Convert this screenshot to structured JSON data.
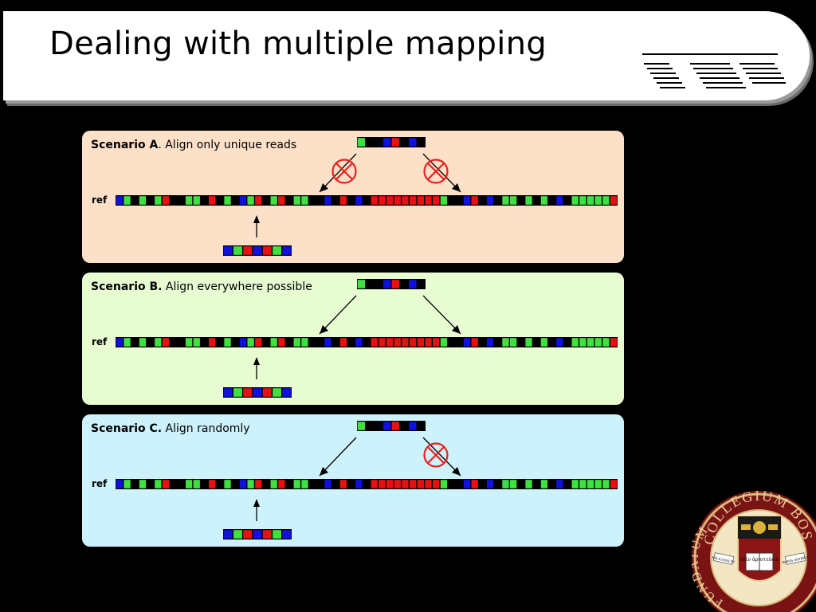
{
  "slide": {
    "title": "Dealing with multiple mapping"
  },
  "colors": {
    "blue": "#1010e0",
    "green": "#40e040",
    "red": "#e81010",
    "black": "#000000",
    "panel_a_bg": "#fde0c8",
    "panel_b_bg": "#e8fcd2",
    "panel_c_bg": "#cdf2fc",
    "reject_mark": "#e82020"
  },
  "reference_sequence": "BGKGKGRKKGGKRKGKBGRKGRKGGKKBKRKBKRRRRRRRRRGKKBRKBKGGKGKGKBKGGGGGR",
  "unique_read": "BGRBRGB",
  "multi_read": "GKKBRKBK",
  "panels": [
    {
      "bold": "Scenario A",
      "rest": ". Align only unique reads",
      "ref_label": "ref",
      "left_mapping_rejected": true,
      "right_mapping_rejected": true
    },
    {
      "bold": "Scenario B.",
      "rest": " Align everywhere possible",
      "ref_label": "ref",
      "left_mapping_rejected": false,
      "right_mapping_rejected": false
    },
    {
      "bold": "Scenario C.",
      "rest": " Align randomly",
      "ref_label": "ref",
      "left_mapping_rejected": false,
      "right_mapping_rejected": true
    }
  ],
  "seal": {
    "top_text": "COLLEGIUM BOSTONIENSE",
    "left_text": "FUNDATUM",
    "motto_left": "RELIGIONI ET",
    "motto_right": "BONIS ARTIBUS",
    "book_text": "αἰὲν ἀριστεύειν",
    "icon": "university-seal-icon"
  }
}
